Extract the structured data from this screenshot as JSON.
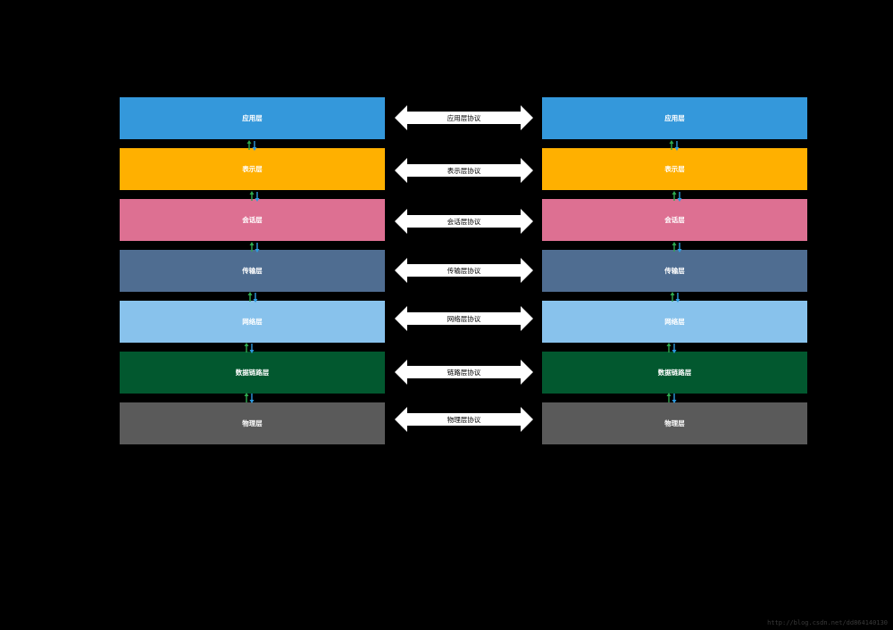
{
  "colors": {
    "application": "#3498db",
    "presentation": "#ffb000",
    "session": "#dd7092",
    "transport": "#4f6d91",
    "network": "#88c2ec",
    "datalink": "#02582f",
    "physical": "#5a5a5a",
    "up_arrow": "#2eaa4f",
    "down_arrow": "#2d9be0"
  },
  "left_stack": [
    {
      "label": "应用层",
      "color_key": "application"
    },
    {
      "label": "表示层",
      "color_key": "presentation"
    },
    {
      "label": "会话层",
      "color_key": "session"
    },
    {
      "label": "传输层",
      "color_key": "transport"
    },
    {
      "label": "网络层",
      "color_key": "network"
    },
    {
      "label": "数据链路层",
      "color_key": "datalink"
    },
    {
      "label": "物理层",
      "color_key": "physical"
    }
  ],
  "right_stack": [
    {
      "label": "应用层",
      "color_key": "application"
    },
    {
      "label": "表示层",
      "color_key": "presentation"
    },
    {
      "label": "会话层",
      "color_key": "session"
    },
    {
      "label": "传输层",
      "color_key": "transport"
    },
    {
      "label": "网络层",
      "color_key": "network"
    },
    {
      "label": "数据链路层",
      "color_key": "datalink"
    },
    {
      "label": "物理层",
      "color_key": "physical"
    }
  ],
  "protocols": [
    "应用层协议",
    "表示层协议",
    "会话层协议",
    "传输层协议",
    "网络层协议",
    "链路层协议",
    "物理层协议"
  ],
  "connector_icons": [
    "up-arrow-icon",
    "down-arrow-icon"
  ],
  "protocol_icon": "double-headed-arrow-icon",
  "watermark": "http://blog.csdn.net/dd864140130"
}
